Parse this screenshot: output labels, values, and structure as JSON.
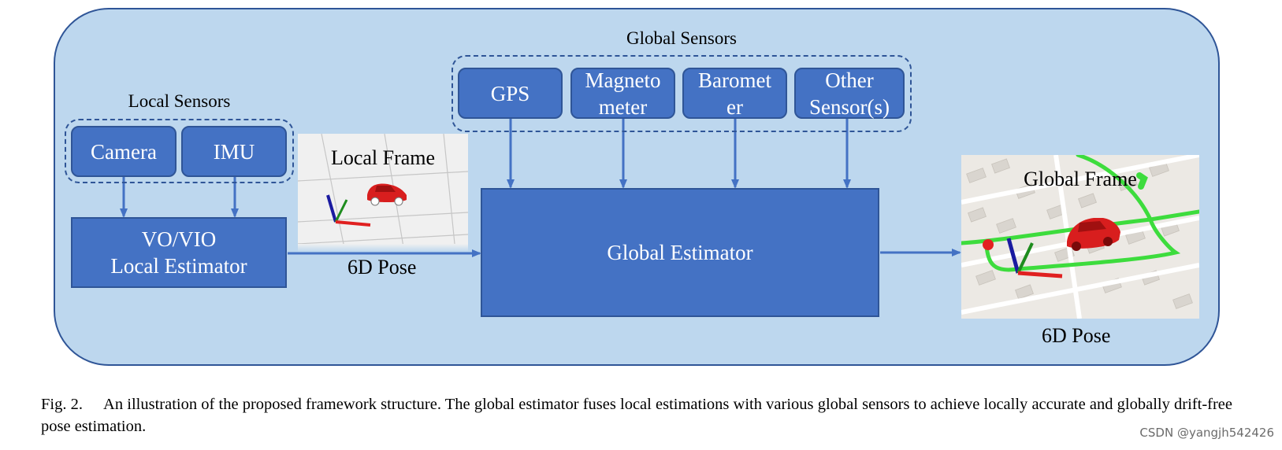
{
  "diagram": {
    "local_sensors": {
      "title": "Local Sensors",
      "items": [
        "Camera",
        "IMU"
      ]
    },
    "global_sensors": {
      "title": "Global Sensors",
      "items": [
        {
          "lines": [
            "GPS"
          ]
        },
        {
          "lines": [
            "Magneto",
            "meter"
          ]
        },
        {
          "lines": [
            "Baromet",
            "er"
          ]
        },
        {
          "lines": [
            "Other",
            "Sensor(s)"
          ]
        }
      ]
    },
    "local_estimator": {
      "lines": [
        "VO/VIO",
        "Local Estimator"
      ]
    },
    "global_estimator": {
      "label": "Global Estimator"
    },
    "local_frame": {
      "title": "Local Frame",
      "pose_label": "6D Pose"
    },
    "global_frame": {
      "title": "Global Frame",
      "pose_label": "6D Pose"
    },
    "colors": {
      "panel": "#bdd7ee",
      "box": "#4472c4",
      "border": "#2f5597",
      "route": "#3ddc3d",
      "car": "#d81e1e"
    }
  },
  "caption": {
    "number": "Fig. 2.",
    "text": "An illustration of the proposed framework structure. The global estimator fuses local estimations with various global sensors to achieve locally accurate and globally drift-free pose estimation."
  },
  "watermark": "CSDN @yangjh542426"
}
